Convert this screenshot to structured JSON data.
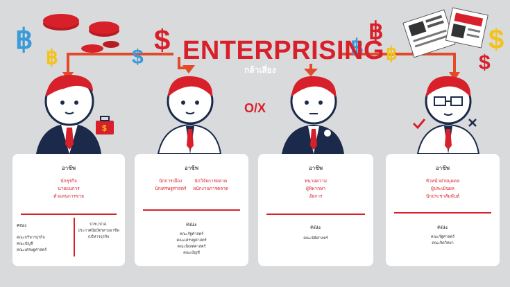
{
  "header": {
    "title": "ENTERPRISING",
    "subtitle": "กล้าเสี่ยง",
    "ox_symbol": "O/X"
  },
  "colors": {
    "accent": "#d8202a",
    "background": "#d9dadc",
    "suit": "#1b2a4a",
    "money_yellow": "#f2c31a",
    "money_blue": "#3a9bd8"
  },
  "icons": [
    "baht-symbol-icon",
    "dollar-symbol-icon",
    "coin-stack-icon",
    "newspaper-icon",
    "briefcase-icon",
    "check-mark-icon",
    "x-mark-icon"
  ],
  "cards": [
    {
      "head": "อาชีพ",
      "jobs": [
        "นักธุรกิจ",
        "นายแนการ",
        "ตัวแทนการขาย"
      ],
      "faculty_head": "คณะ",
      "faculties": [
        "คณะบริหารธุรกิจ",
        "คณะบัญชี",
        "คณะเศรษฐศาสตร์"
      ],
      "side_faculties": [
        "ปวช./ปวส.",
        "ประกาศนียบัตรสายอาชีพ",
        "/บริหารธุรกิจ"
      ]
    },
    {
      "head": "อาชีพ",
      "jobs_left": [
        "นักการเมือง",
        "นักเศรษฐศาสตร์"
      ],
      "jobs_right": [
        "นักวิจัยการตลาด",
        "ผนักงานการตลาด"
      ],
      "faculty_head": "คณะ",
      "faculties": [
        "คณะรัฐศาสตร์",
        "คณะเศรษฐศาสตร์",
        "คณะนิเทศศาสตร์",
        "คณะบัญชี"
      ]
    },
    {
      "head": "อาชีพ",
      "jobs": [
        "ทนายความ",
        "ผู้พิพากษา",
        "อัยการ"
      ],
      "faculty_head": "คณะ",
      "faculties": [
        "คณะนิติศาสตร์"
      ]
    },
    {
      "head": "อาชีพ",
      "jobs": [
        "หัวหน้าฝ่ายบุคคล",
        "ผู้ประเมินผล",
        "นักประชาสัมพันธ์"
      ],
      "faculty_head": "คณะ",
      "faculties": [
        "คณะรัฐศาสตร์",
        "คณะจิตวิทยา"
      ]
    }
  ]
}
